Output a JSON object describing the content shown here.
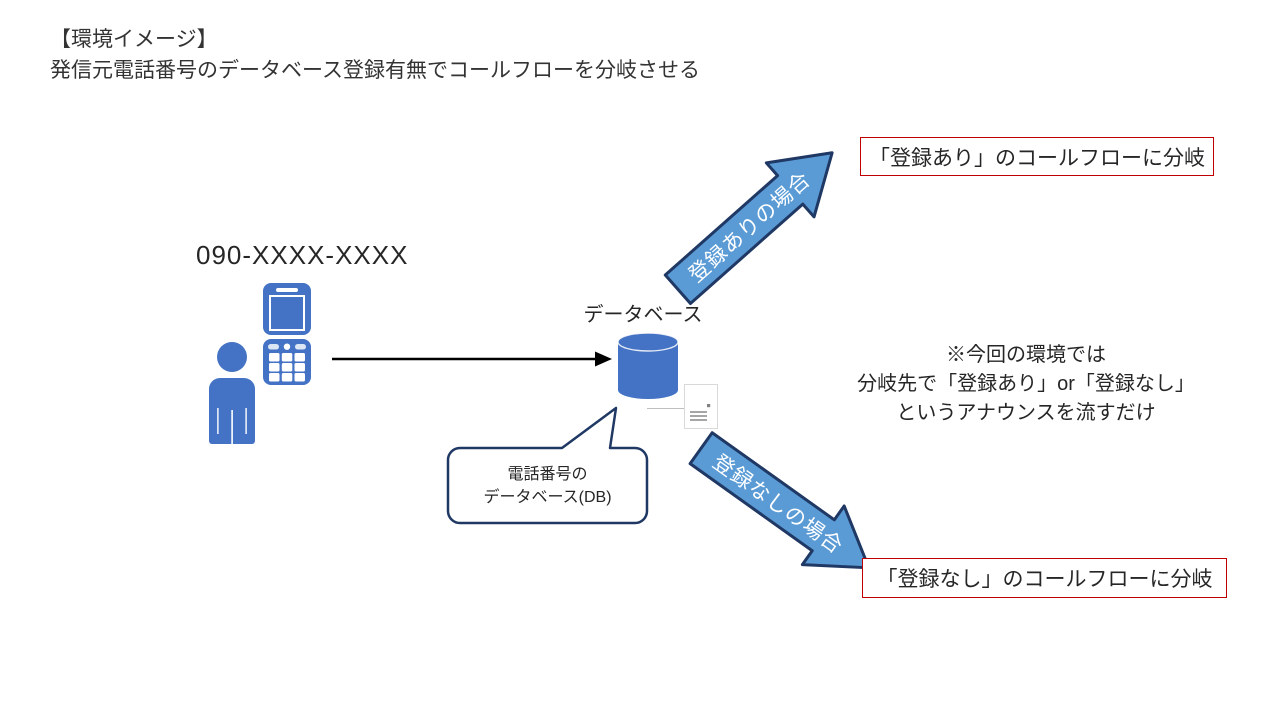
{
  "title": {
    "line1": "【環境イメージ】",
    "line2": "発信元電話番号のデータベース登録有無でコールフローを分岐させる"
  },
  "caller": {
    "number": "090-XXXX-XXXX"
  },
  "database": {
    "label": "データベース"
  },
  "callout": {
    "line1": "電話番号の",
    "line2": "データベース(DB)"
  },
  "branches": {
    "registered": {
      "arrow_label": "登録ありの場合",
      "result": "「登録あり」のコールフローに分岐"
    },
    "unregistered": {
      "arrow_label": "登録なしの場合",
      "result": "「登録なし」のコールフローに分岐"
    }
  },
  "note": {
    "line1": "※今回の環境では",
    "line2": "分岐先で「登録あり」or「登録なし」",
    "line3": "というアナウンスを流すだけ"
  },
  "icons": {
    "person": "person-icon",
    "phone": "mobile-phone-icon",
    "database": "database-cylinder-icon",
    "document": "document-icon",
    "call_arrow": "right-arrow-icon"
  },
  "colors": {
    "primary_blue": "#4472C4",
    "branch_arrow_fill": "#5B9BD5",
    "branch_arrow_outline": "#1F3864",
    "callout_outline": "#1F3864",
    "result_border": "#C00000",
    "text": "#262626"
  }
}
